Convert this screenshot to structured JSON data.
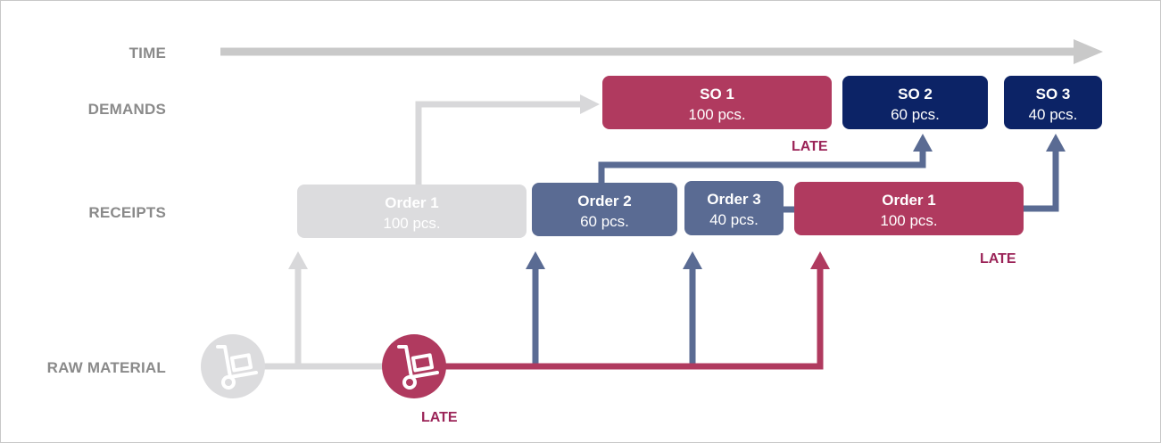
{
  "row_labels": {
    "time": "TIME",
    "demands": "DEMANDS",
    "receipts": "RECEIPTS",
    "raw_material": "RAW MATERIAL"
  },
  "demands": [
    {
      "title": "SO 1",
      "qty": "100 pcs.",
      "status": "late"
    },
    {
      "title": "SO 2",
      "qty": "60 pcs.",
      "status": "normal"
    },
    {
      "title": "SO 3",
      "qty": "40 pcs.",
      "status": "normal"
    }
  ],
  "receipts": [
    {
      "title": "Order 1",
      "qty": "100 pcs.",
      "status": "original"
    },
    {
      "title": "Order 2",
      "qty": "60 pcs.",
      "status": "normal"
    },
    {
      "title": "Order 3",
      "qty": "40 pcs.",
      "status": "normal"
    },
    {
      "title": "Order 1",
      "qty": "100 pcs.",
      "status": "late"
    }
  ],
  "late_labels": {
    "so1": "LATE",
    "order1": "LATE",
    "raw_material": "LATE"
  },
  "icons": {
    "raw_material_original": "hand-truck-icon",
    "raw_material_late": "hand-truck-icon"
  },
  "colors": {
    "grey": "#dcdcde",
    "blue": "#5a6b93",
    "red": "#b03a5f",
    "navy": "#0c2366",
    "late_text": "#9b2458",
    "label_text": "#8a8a8a"
  }
}
